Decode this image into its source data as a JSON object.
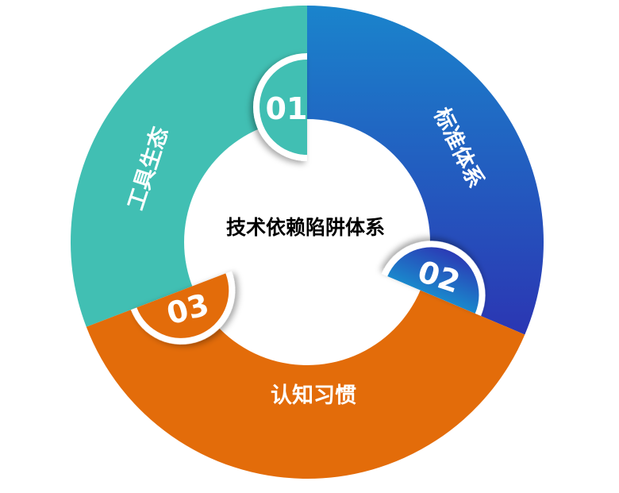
{
  "title": "技术依赖陷阱体系",
  "segments": [
    {
      "number": "01",
      "label": "工具生态",
      "color": "#41bfb3"
    },
    {
      "number": "02",
      "label": "标准体系",
      "color": "#1f5fc0"
    },
    {
      "number": "03",
      "label": "认知习惯",
      "color": "#e36c0a"
    }
  ]
}
